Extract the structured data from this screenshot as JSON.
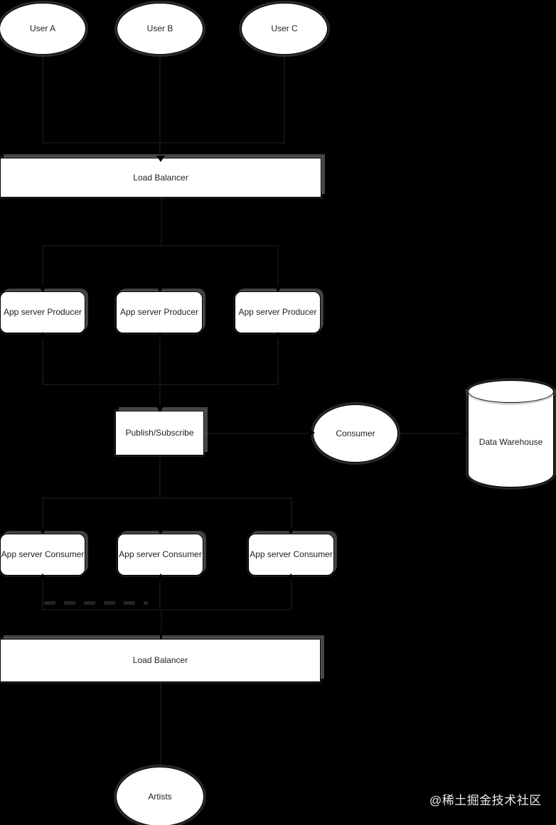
{
  "diagram": {
    "colors": {
      "background": "#000000",
      "node_fill": "#ffffff",
      "node_border": "#000000",
      "node_text": "#1f1f1f",
      "shadow_halo": "#878787",
      "watermark_text": "#ededed"
    },
    "nodes": {
      "user_a": {
        "label": "User A",
        "type": "ellipse"
      },
      "user_b": {
        "label": "User B",
        "type": "ellipse"
      },
      "user_c": {
        "label": "User C",
        "type": "ellipse"
      },
      "load_balancer_top": {
        "label": "Load Balancer",
        "type": "rect"
      },
      "producer_1": {
        "label": "App server Producer",
        "type": "rounded-rect"
      },
      "producer_2": {
        "label": "App server Producer",
        "type": "rounded-rect"
      },
      "producer_3": {
        "label": "App server Producer",
        "type": "rounded-rect"
      },
      "pubsub": {
        "label": "Publish/Subscribe",
        "type": "rect"
      },
      "consumer": {
        "label": "Consumer",
        "type": "ellipse"
      },
      "data_warehouse": {
        "label": "Data Warehouse",
        "type": "cylinder"
      },
      "consumer_1": {
        "label": "App server Consumer",
        "type": "rounded-rect"
      },
      "consumer_2": {
        "label": "App server Consumer",
        "type": "rounded-rect"
      },
      "consumer_3": {
        "label": "App server Consumer",
        "type": "rounded-rect"
      },
      "load_balancer_bottom": {
        "label": "Load Balancer",
        "type": "rect"
      },
      "artists": {
        "label": "Artists",
        "type": "ellipse"
      }
    }
  },
  "watermark": {
    "text": "@稀土掘金技术社区"
  }
}
